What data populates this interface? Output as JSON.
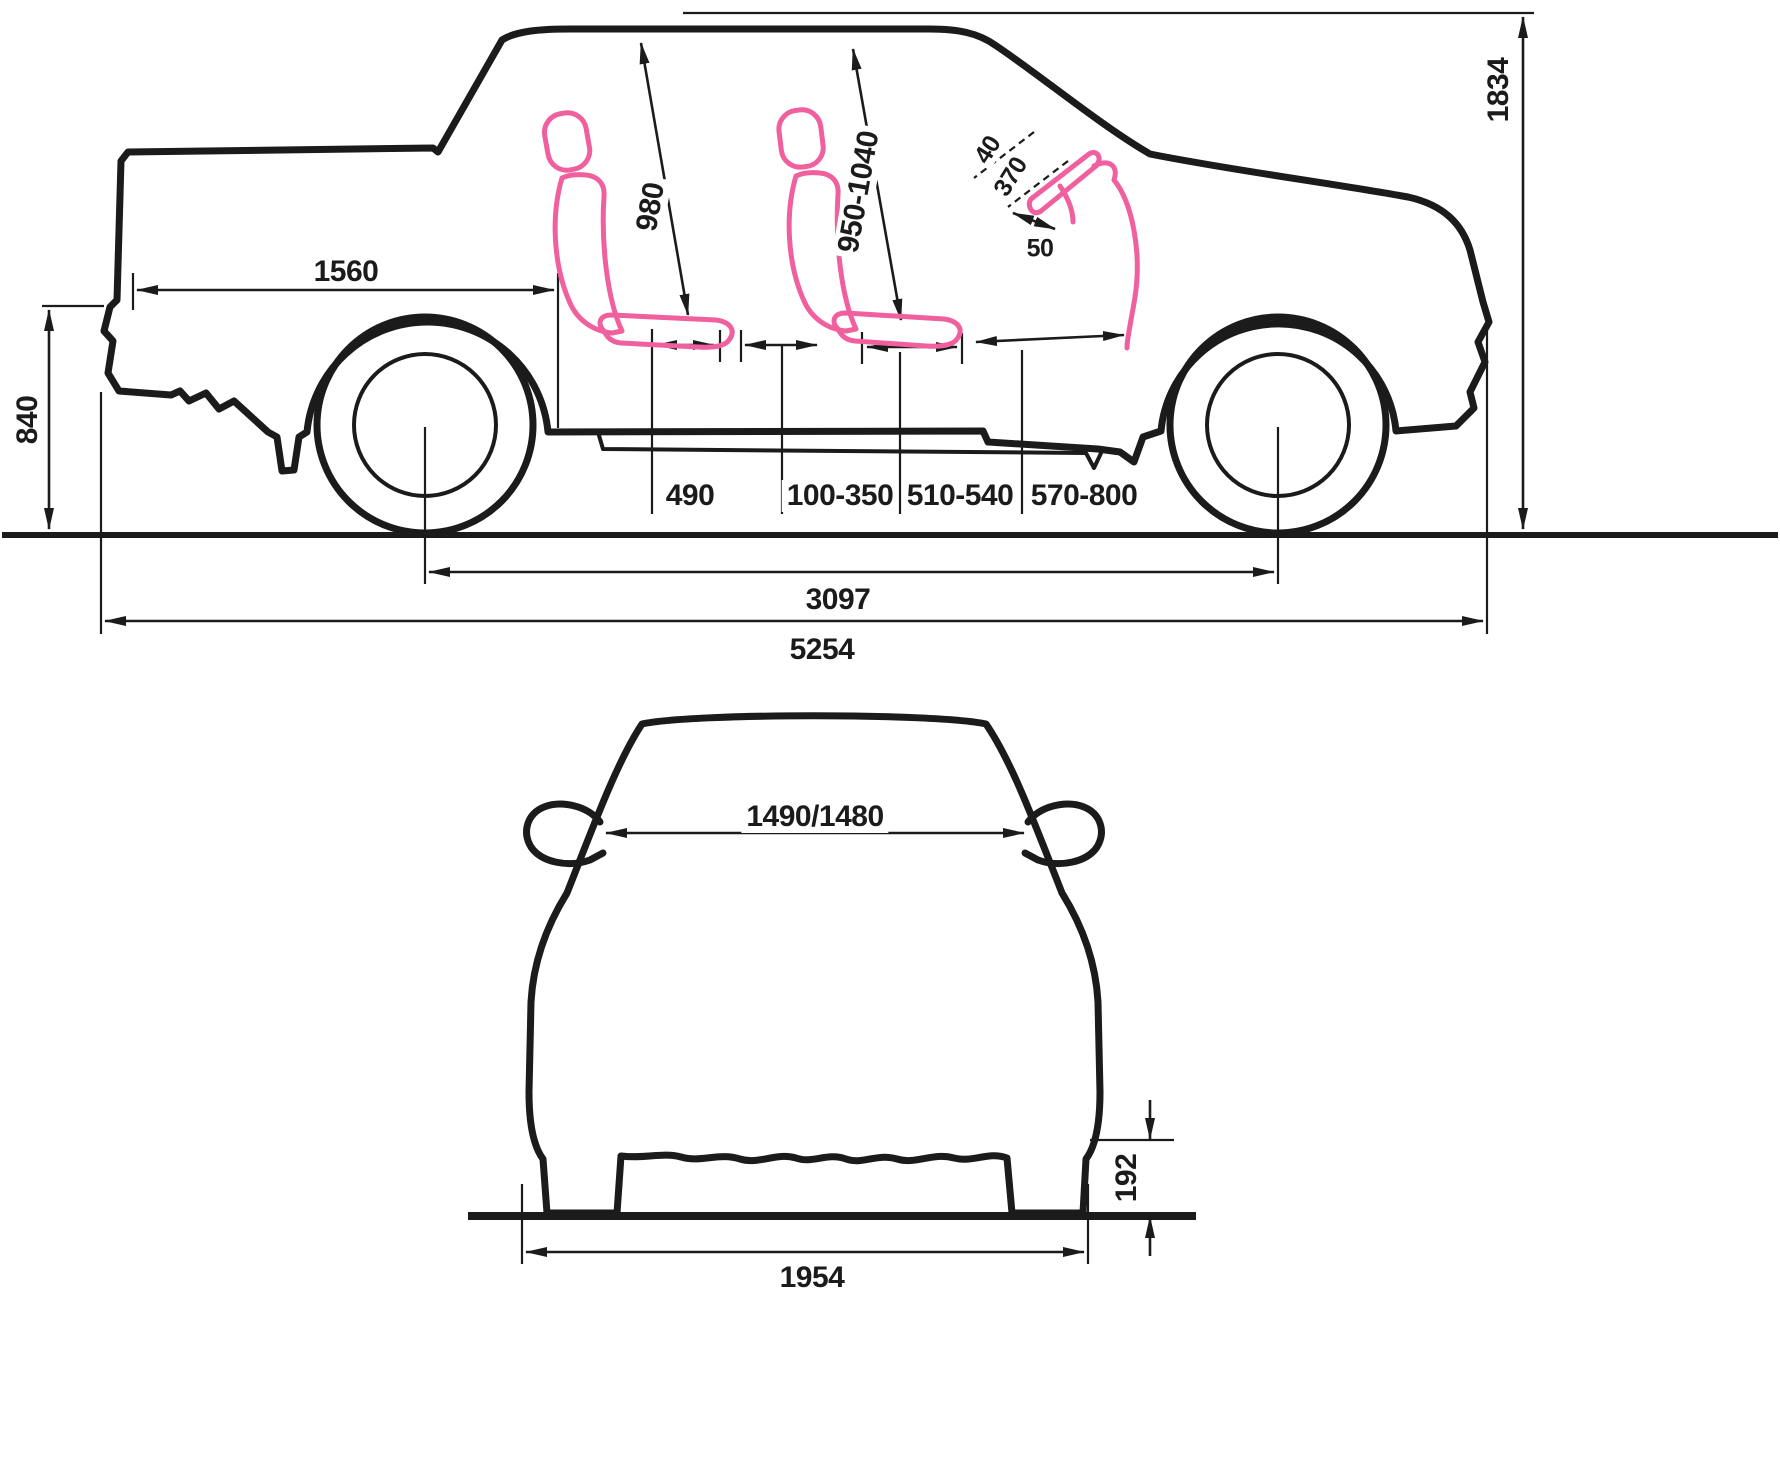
{
  "colors": {
    "ink": "#1b1b1b",
    "seat_pink": "#f05f9e"
  },
  "side_view": {
    "overall_height": "1834",
    "bed_length": "1560",
    "loading_height": "840",
    "front_seat_headroom": "980",
    "rear_seat_headroom": "950-1040",
    "steering_adjustment": "40",
    "steering_wheel": "370",
    "steering_travel": "50",
    "front_cushion_length": "490",
    "seat_travel_range": "100-350",
    "rear_cushion_length": "510-540",
    "rear_legroom_range": "570-800",
    "wheelbase": "3097",
    "overall_length": "5254"
  },
  "front_view": {
    "upper_body_width": "1490/1480",
    "ground_clearance": "192",
    "overall_width": "1954"
  }
}
